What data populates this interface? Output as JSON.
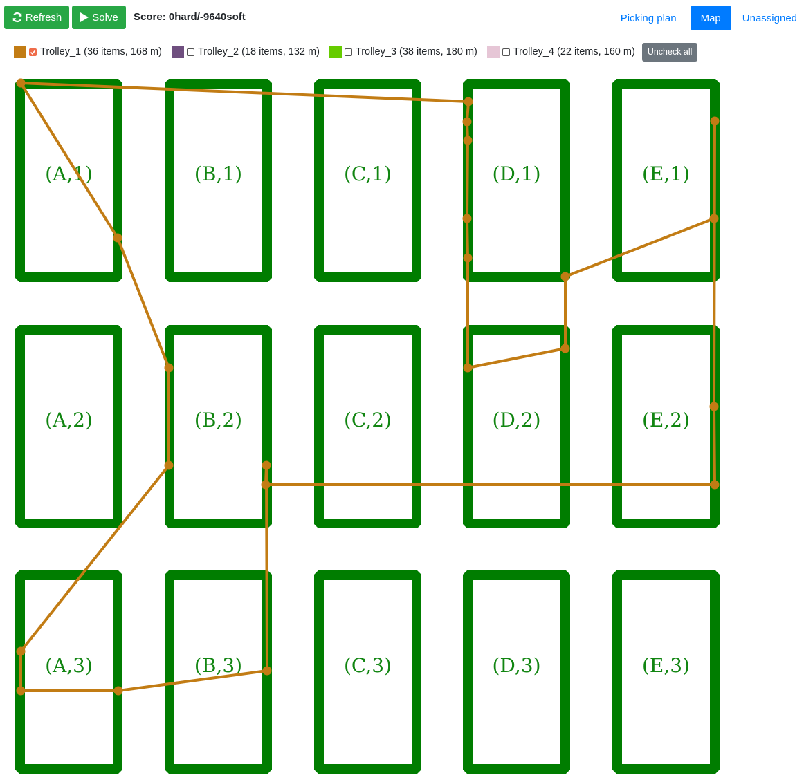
{
  "toolbar": {
    "refresh_label": "Refresh",
    "refresh_icon": "sync-icon",
    "solve_label": "Solve",
    "solve_icon": "play-icon",
    "score": "Score: 0hard/-9640soft"
  },
  "nav": {
    "tabs": [
      {
        "label": "Picking plan",
        "active": false
      },
      {
        "label": "Map",
        "active": true
      },
      {
        "label": "Unassigned",
        "active": false
      }
    ]
  },
  "legend": {
    "trolleys": [
      {
        "label": "Trolley_1 (36 items, 168 m)",
        "color": "#c27c14",
        "checked": true
      },
      {
        "label": "Trolley_2 (18 items, 132 m)",
        "color": "#6f4f7f",
        "checked": false
      },
      {
        "label": "Trolley_3 (38 items, 180 m)",
        "color": "#66cc00",
        "checked": false
      },
      {
        "label": "Trolley_4 (22 items, 160 m)",
        "color": "#e6c6d6",
        "checked": false
      }
    ],
    "uncheck_all_label": "Uncheck all"
  },
  "map": {
    "rack_color": "#007d00",
    "label_color": "#118511",
    "route_color": "#c27c14",
    "racks": [
      {
        "label": "(A,1)",
        "col": 0,
        "row": 0
      },
      {
        "label": "(B,1)",
        "col": 1,
        "row": 0
      },
      {
        "label": "(C,1)",
        "col": 2,
        "row": 0
      },
      {
        "label": "(D,1)",
        "col": 3,
        "row": 0
      },
      {
        "label": "(E,1)",
        "col": 4,
        "row": 0
      },
      {
        "label": "(A,2)",
        "col": 0,
        "row": 1
      },
      {
        "label": "(B,2)",
        "col": 1,
        "row": 1
      },
      {
        "label": "(C,2)",
        "col": 2,
        "row": 1
      },
      {
        "label": "(D,2)",
        "col": 3,
        "row": 1
      },
      {
        "label": "(E,2)",
        "col": 4,
        "row": 1
      },
      {
        "label": "(A,3)",
        "col": 0,
        "row": 2
      },
      {
        "label": "(B,3)",
        "col": 1,
        "row": 2
      },
      {
        "label": "(C,3)",
        "col": 2,
        "row": 2
      },
      {
        "label": "(D,3)",
        "col": 3,
        "row": 2
      },
      {
        "label": "(E,3)",
        "col": 4,
        "row": 2
      }
    ],
    "route_trolley_1": [
      [
        30,
        120
      ],
      [
        170,
        344
      ],
      [
        244,
        532
      ],
      [
        244,
        673
      ],
      [
        30,
        942
      ],
      [
        30,
        999
      ],
      [
        171,
        999
      ],
      [
        386,
        970
      ],
      [
        385,
        673
      ],
      [
        384,
        701
      ],
      [
        1033,
        701
      ],
      [
        1032,
        588
      ],
      [
        1033,
        175
      ],
      [
        1032,
        316
      ],
      [
        817,
        400
      ],
      [
        817,
        504
      ],
      [
        676,
        532
      ],
      [
        676,
        373
      ],
      [
        675,
        316
      ],
      [
        676,
        203
      ],
      [
        675,
        176
      ],
      [
        677,
        147
      ],
      [
        30,
        120
      ]
    ]
  }
}
